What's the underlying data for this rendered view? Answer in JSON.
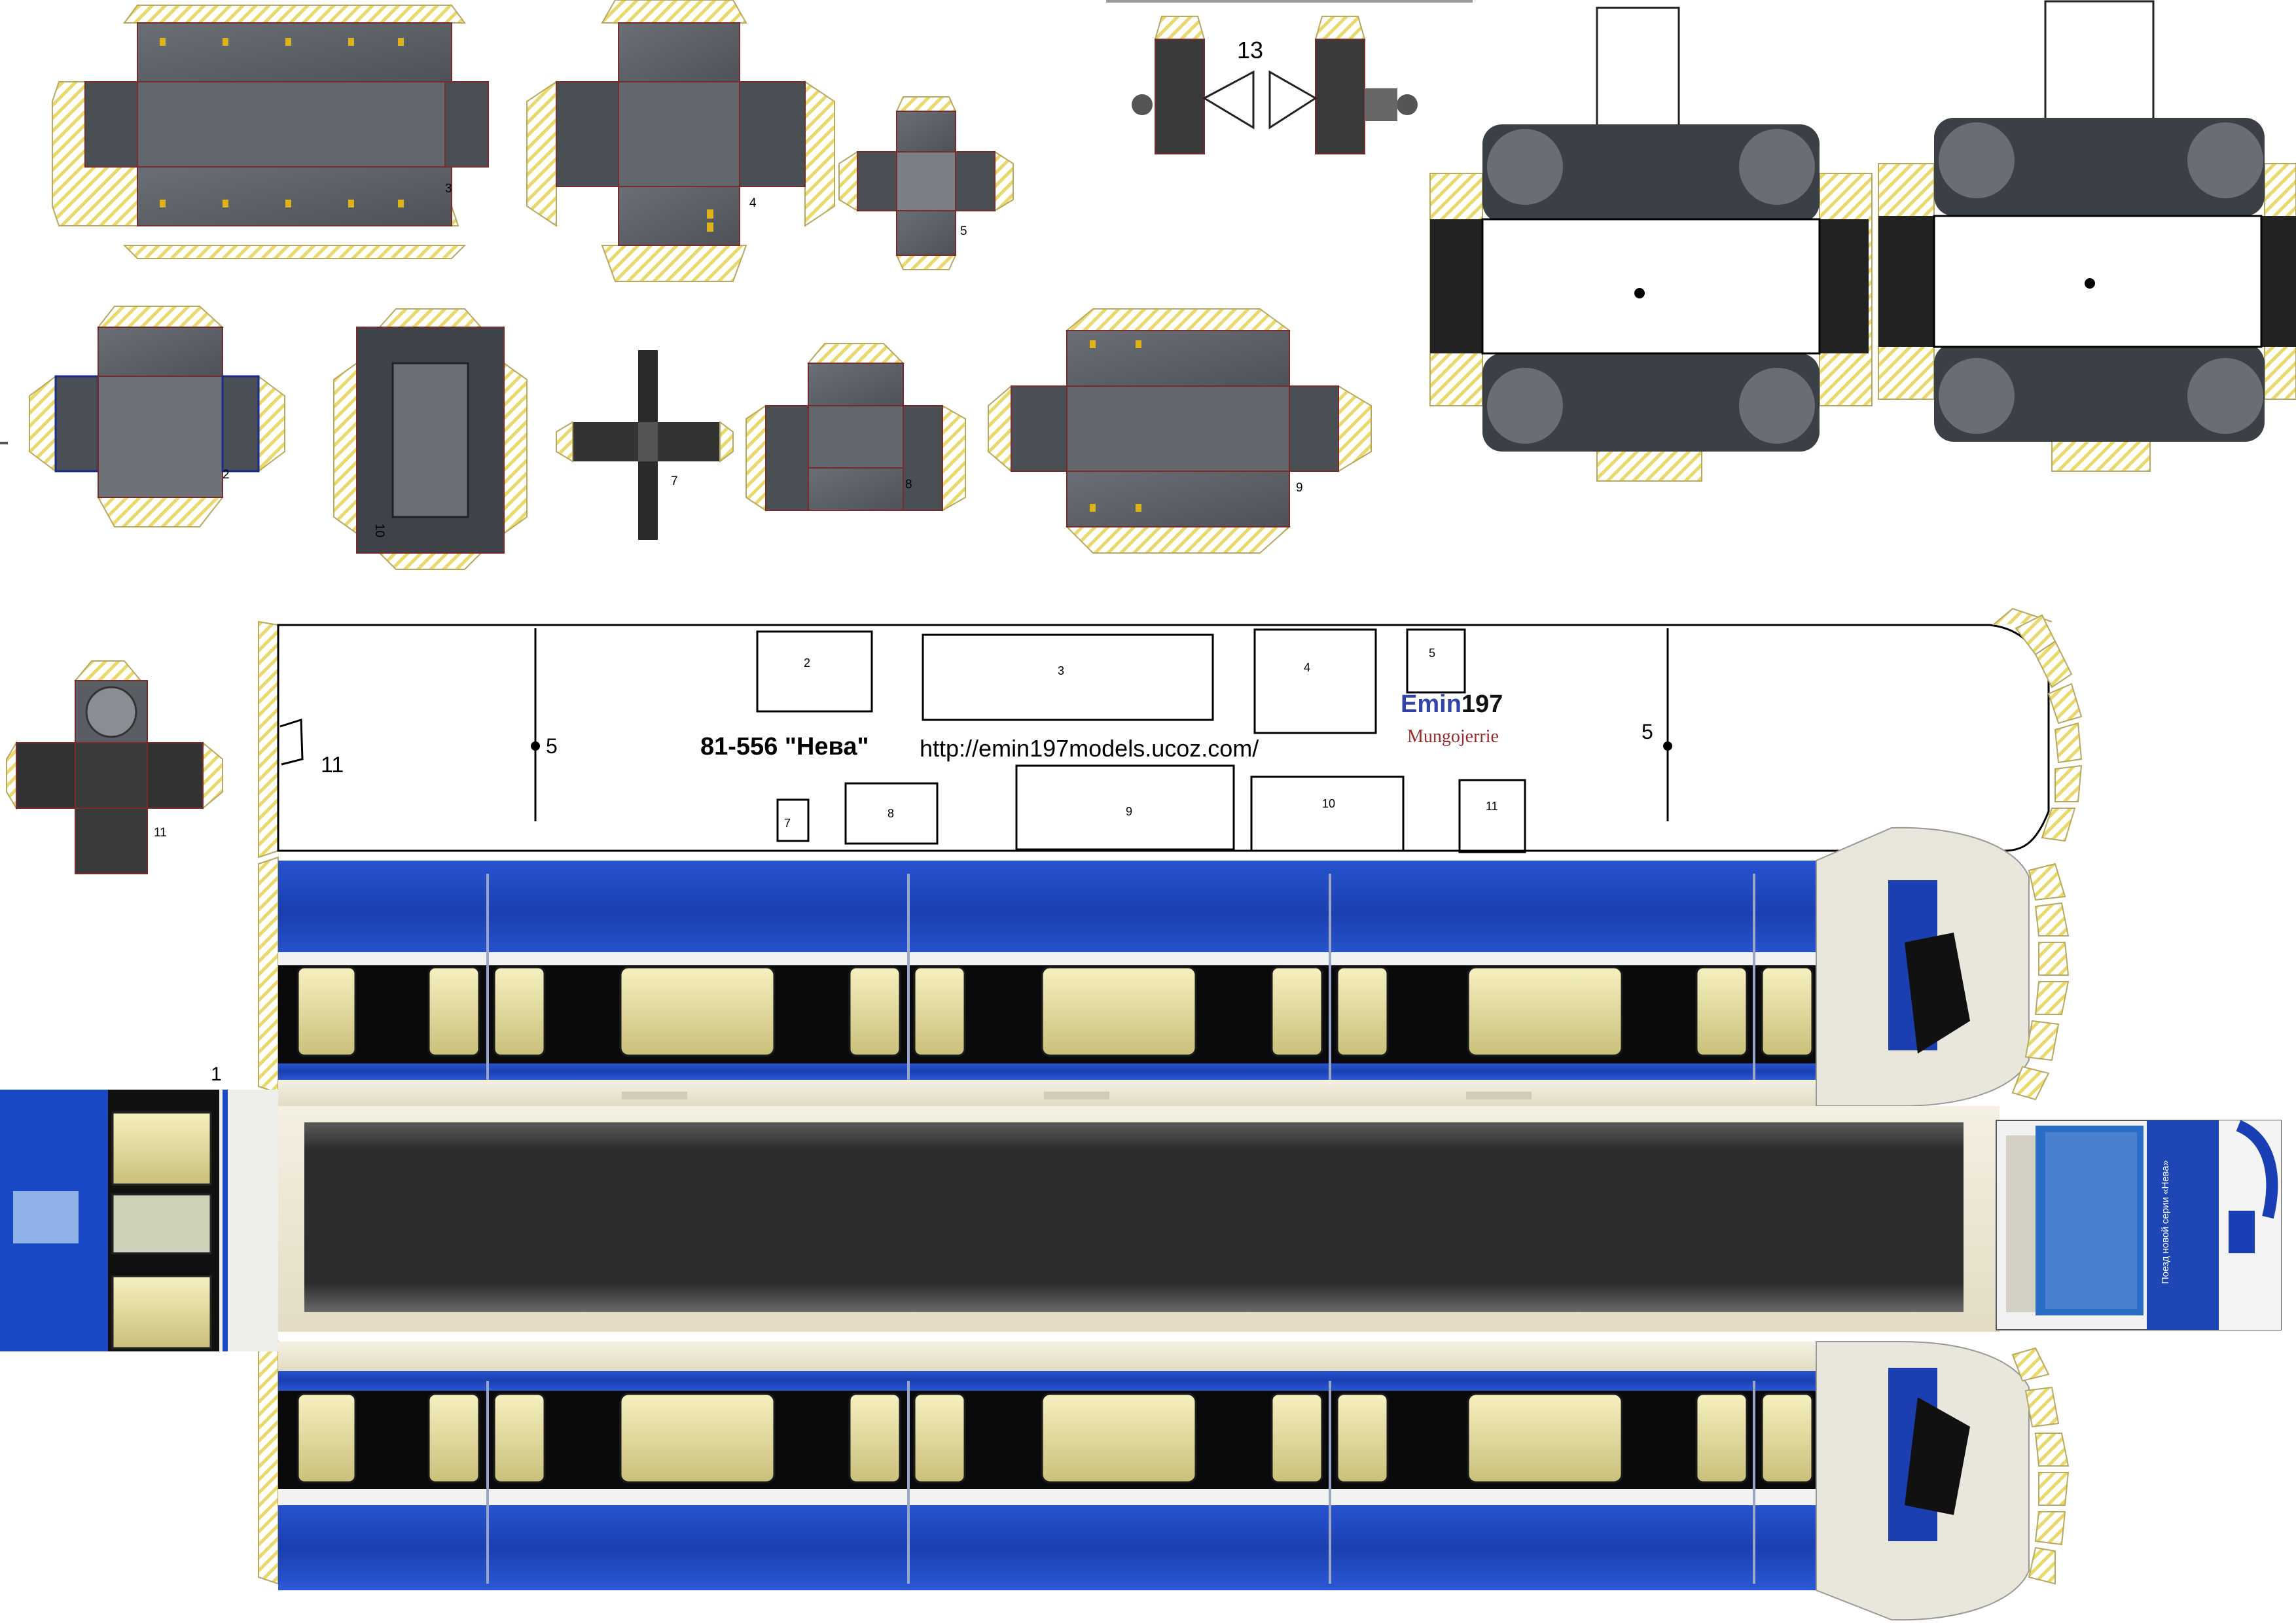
{
  "model": {
    "title": "81-556 \"Нева\"",
    "url": "http://emin197models.ucoz.com/",
    "logo_part1": "Emin",
    "logo_part2": "197",
    "credit": "Mungojerrie"
  },
  "part_labels": {
    "p1": "1",
    "p2": "2",
    "p3": "3",
    "p4": "4",
    "p5": "5",
    "p7": "7",
    "p8": "8",
    "p9": "9",
    "p10": "10",
    "p11": "11",
    "p13": "13"
  },
  "roof_markers": {
    "left": "5",
    "right": "5",
    "hatch": "11"
  },
  "roof_boxes": {
    "b2": "2",
    "b3": "3",
    "b4": "4",
    "b5": "5",
    "b7": "7",
    "b8": "8",
    "b9": "9",
    "b10": "10",
    "b11": "11"
  },
  "front_text": "Поезд новой серии «Нева»",
  "colors": {
    "car_blue": "#1a3fb4",
    "window_band": "#0a0a0c",
    "stripe_white": "#f2f2f2",
    "cream": "#efe9d6",
    "underframe": "#2a2a2a",
    "box_grey": "#5c6068",
    "glue_tab_hatch": "#e9d96a",
    "logo_blue": "#3344a8",
    "credit_red": "#9a2b2b"
  }
}
